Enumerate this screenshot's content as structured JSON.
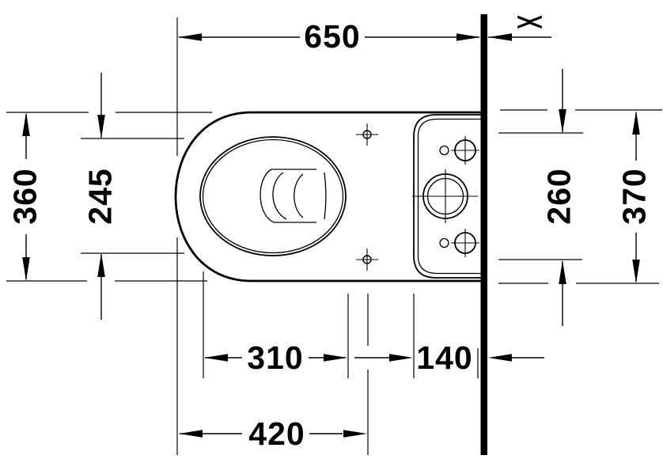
{
  "dims": {
    "d650": "650",
    "d360": "360",
    "d245": "245",
    "d260": "260",
    "d370": "370",
    "d310": "310",
    "d140": "140",
    "d420": "420"
  },
  "symbols": {
    "wall_variable": "><"
  },
  "colors": {
    "ink": "#000000",
    "background": "#ffffff"
  }
}
